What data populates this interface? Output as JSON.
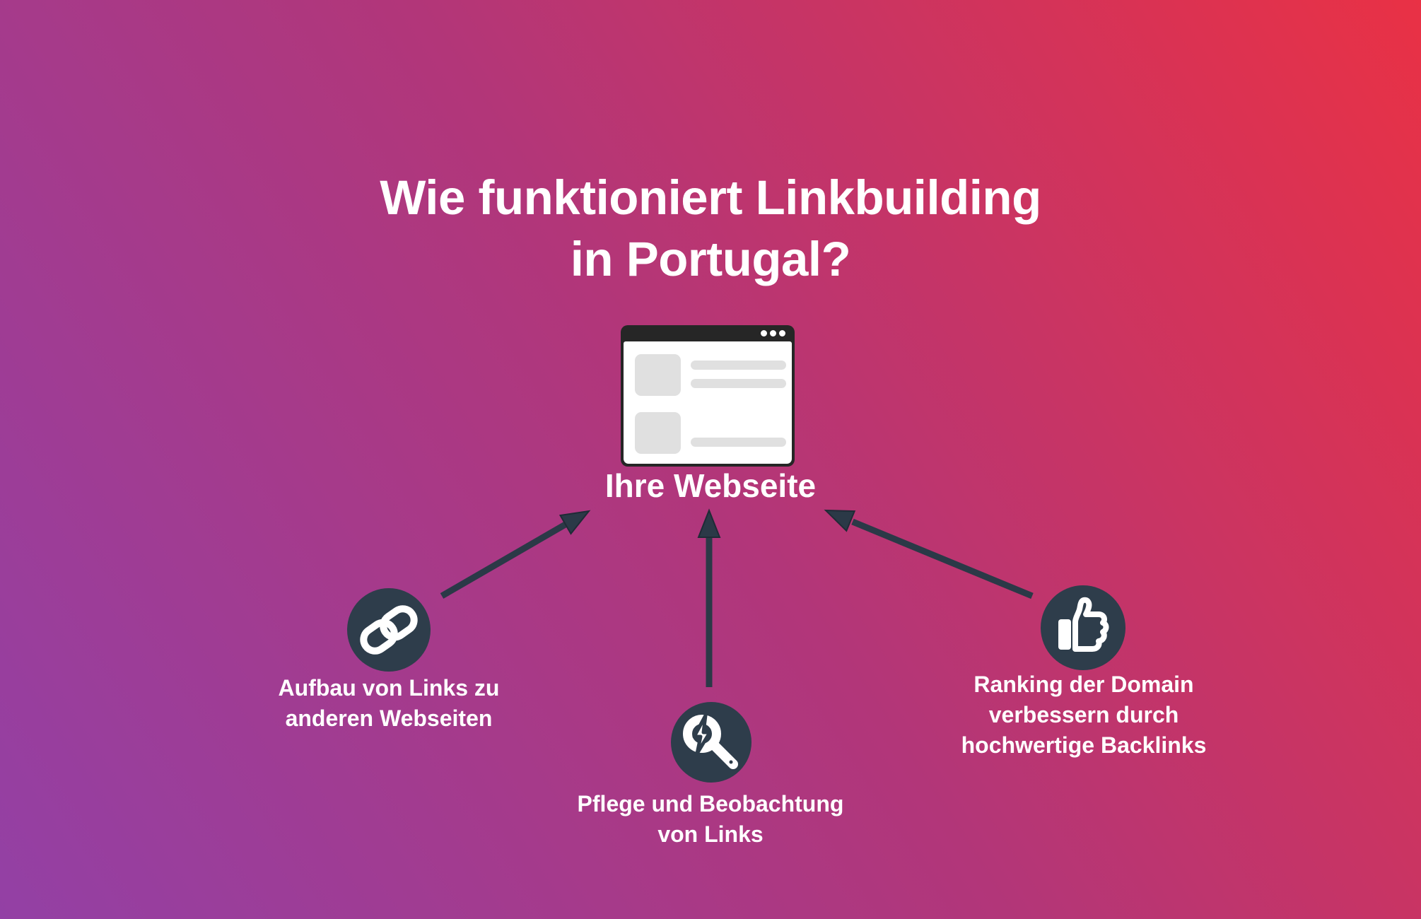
{
  "title": {
    "lines": [
      "Wie funktioniert Linkbuilding",
      "in Portugal?"
    ]
  },
  "website": {
    "icon": "browser-window-icon",
    "label": "Ihre Webseite"
  },
  "nodes": [
    {
      "id": "link-aufbau",
      "icon": "chain-link-icon",
      "label_lines": [
        "Aufbau von Links zu",
        "anderen Webseiten"
      ]
    },
    {
      "id": "link-pflege",
      "icon": "magnifier-flash-icon",
      "label_lines": [
        "Pflege und Beobachtung",
        "von Links"
      ]
    },
    {
      "id": "domain-ranking",
      "icon": "thumbs-up-icon",
      "label_lines": [
        "Ranking der Domain",
        "verbessern durch",
        "hochwertige Backlinks"
      ]
    }
  ],
  "colors": {
    "gradient_start": "#9340a5",
    "gradient_mid": "#b23679",
    "gradient_end": "#e93145",
    "icon_circle": "#2e3d4b",
    "arrow": "#2b3947",
    "arrow_outline": "#1f2b36",
    "text": "#ffffff",
    "browser_chrome": "#262626",
    "placeholder_gray": "#e0e0e0"
  }
}
